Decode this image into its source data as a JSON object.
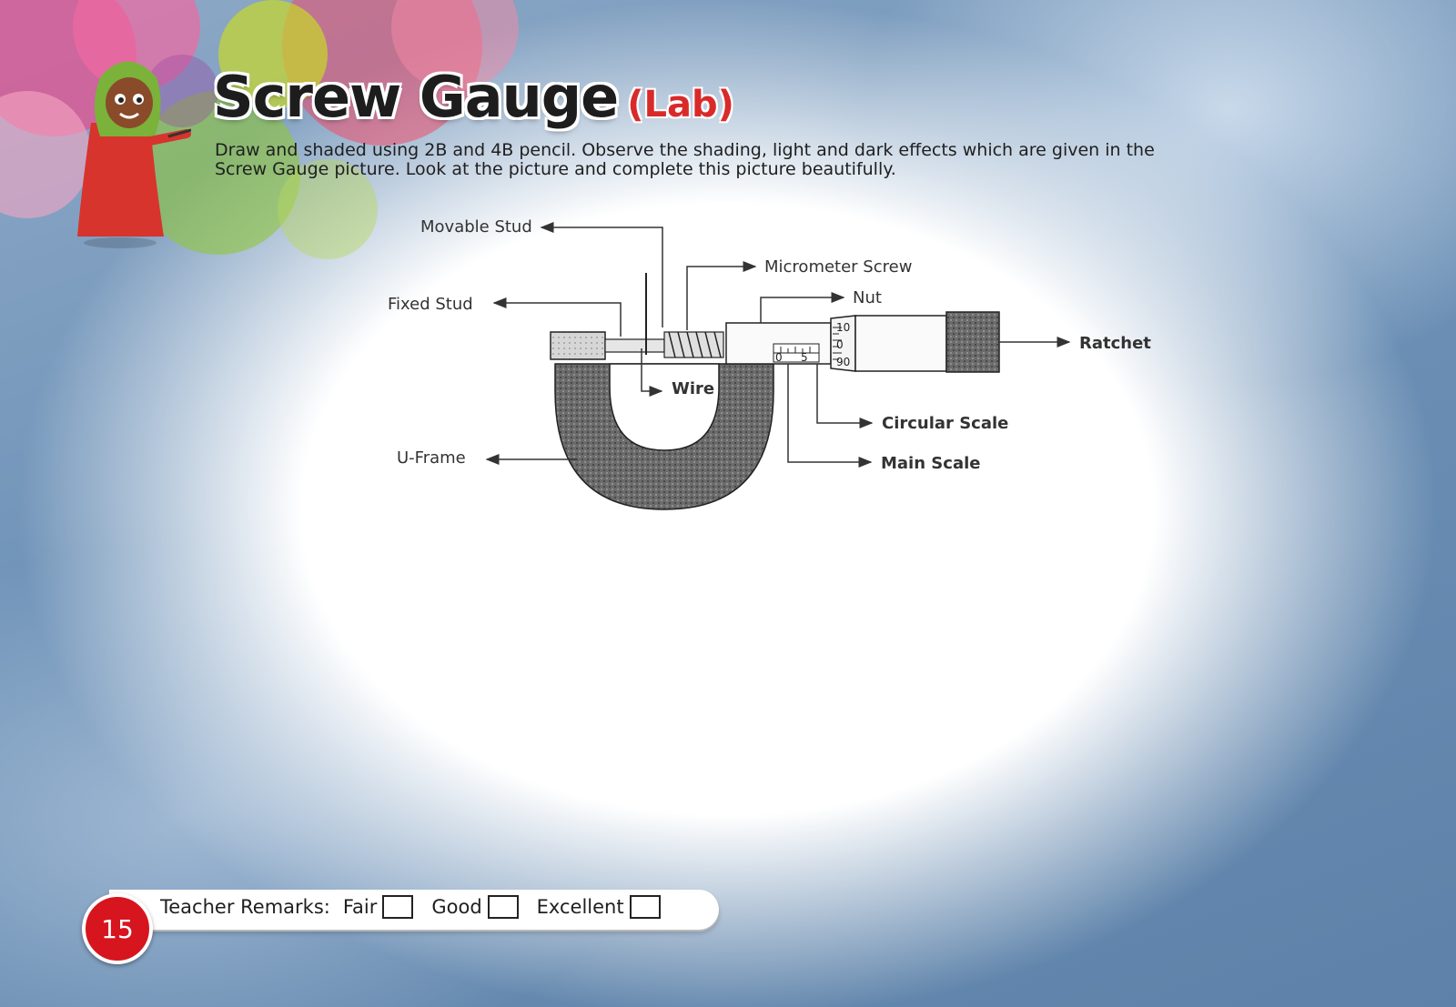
{
  "title": {
    "main": "Screw Gauge",
    "sub": "(Lab)"
  },
  "instructions": {
    "line1": "Draw and shaded using 2B and 4B pencil. Observe the shading, light and dark effects which are given in the",
    "line2": "Screw Gauge picture. Look at the picture and complete this picture beautifully."
  },
  "diagram": {
    "labels": {
      "movable_stud": "Movable Stud",
      "micrometer_screw": "Micrometer  Screw",
      "nut": "Nut",
      "fixed_stud": "Fixed Stud",
      "ratchet": "Ratchet",
      "wire": "Wire",
      "circular_scale": "Circular Scale",
      "u_frame": "U-Frame",
      "main_scale": "Main Scale"
    },
    "ticks": {
      "circ_top": "10",
      "circ_mid": "0",
      "circ_bot": "90",
      "main_zero": "0",
      "main_five": "5"
    }
  },
  "footer": {
    "page_number": "15",
    "remarks_label": "Teacher Remarks:",
    "options": [
      "Fair",
      "Good",
      "Excellent"
    ]
  }
}
